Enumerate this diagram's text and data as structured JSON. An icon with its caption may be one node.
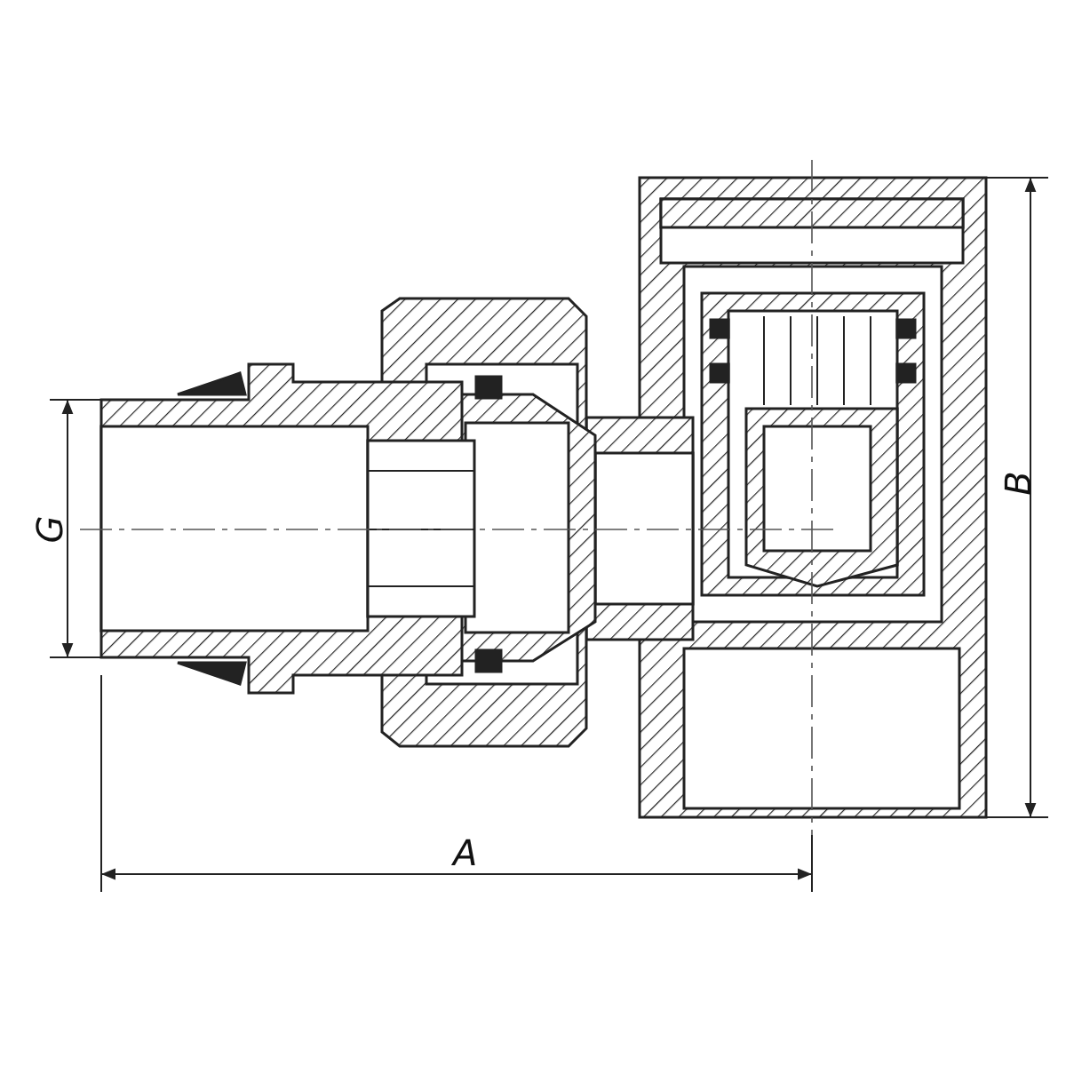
{
  "diagram": {
    "labels": [
      "B",
      "G",
      "A"
    ]
  }
}
